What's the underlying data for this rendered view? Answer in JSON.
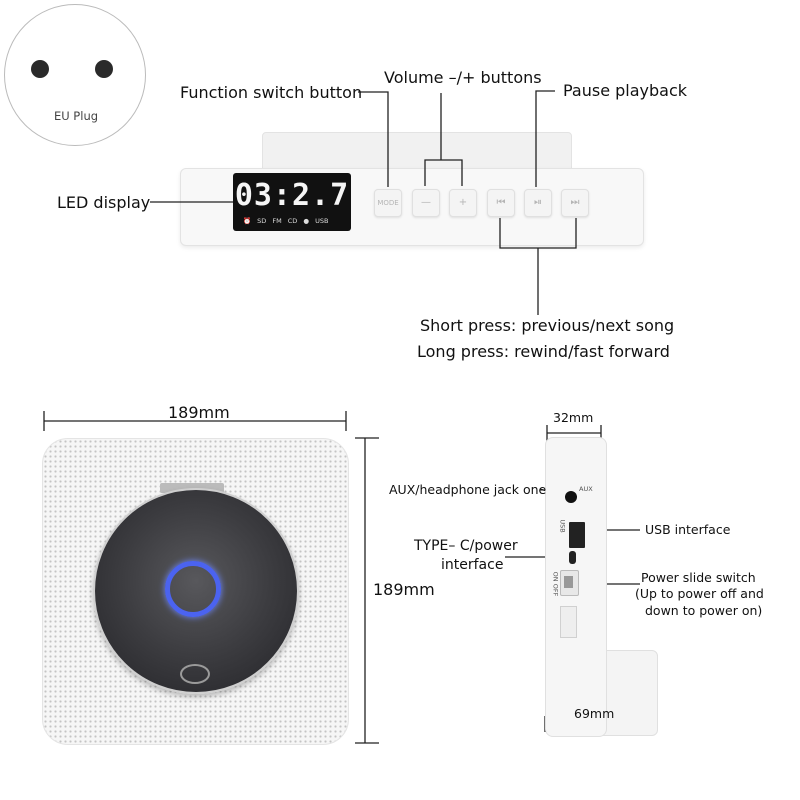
{
  "plug": {
    "label": "EU Plug"
  },
  "device_top": {
    "display_digits": "03:2.7",
    "display_indicators": "⏰ SD FM CD ● USB",
    "buttons": [
      {
        "name": "mode-button",
        "glyph": "MODE"
      },
      {
        "name": "volume-down-button",
        "glyph": "—"
      },
      {
        "name": "volume-up-button",
        "glyph": "+"
      },
      {
        "name": "previous-button",
        "glyph": "⏮"
      },
      {
        "name": "play-pause-button",
        "glyph": "⏯"
      },
      {
        "name": "next-button",
        "glyph": "⏭"
      }
    ]
  },
  "callouts": {
    "function_switch": "Function switch button",
    "volume": "Volume –/+ buttons",
    "pause": "Pause playback",
    "led": "LED display",
    "short_press": "Short press: previous/next song",
    "long_press": "Long press: rewind/fast forward"
  },
  "dimensions": {
    "front_width": "189mm",
    "front_height": "189mm",
    "side_depth_top": "32mm",
    "side_depth_bottom": "69mm"
  },
  "side_labels": {
    "aux": "AUX/headphone jack one",
    "usb": "USB interface",
    "type_c_line1": "TYPE– C/power",
    "type_c_line2": "interface",
    "power_line1": "Power slide switch",
    "power_line2": "(Up to power off and",
    "power_line3": "down to power on)"
  },
  "side_microtext": {
    "aux": "AUX",
    "usb": "USB",
    "power": "ON OFF"
  },
  "colors": {
    "led_ring": "#4b63f0",
    "disc": "#3c3c40",
    "body": "#f6f6f6",
    "screen": "#111111"
  }
}
